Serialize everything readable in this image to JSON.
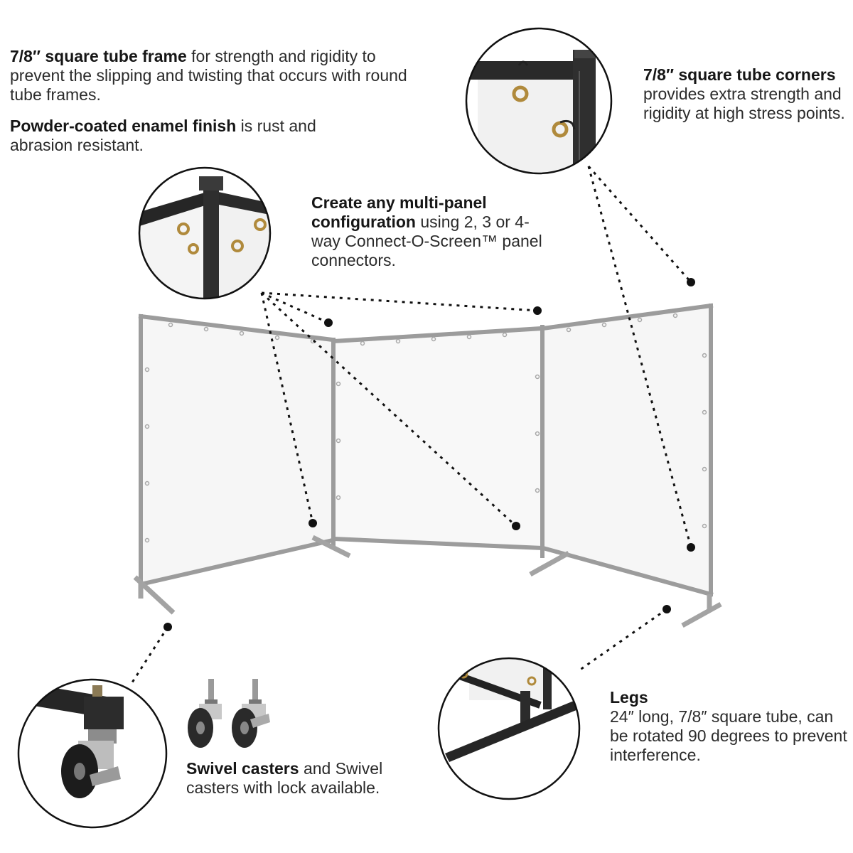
{
  "callouts": {
    "frame": {
      "bold": "7/8″ square tube frame",
      "text": " for strength and rigidity to prevent the slipping and twisting that occurs with round tube frames."
    },
    "finish": {
      "bold": "Powder-coated enamel finish",
      "text": " is rust and abrasion resistant."
    },
    "configuration": {
      "bold": "Create any multi-panel configuration",
      "text": " using 2, 3 or 4-way Connect-O-Screen™ panel connectors."
    },
    "corners": {
      "bold": "7/8″  square tube corners",
      "text": " provides extra strength and rigidity at high stress points."
    },
    "legs": {
      "bold": "Legs",
      "text": "24″ long, 7/8″ square tube, can be rotated 90 degrees to prevent interference."
    },
    "casters": {
      "bold": "Swivel casters",
      "text": " and Swivel casters with lock available."
    }
  },
  "colors": {
    "frame_gray": "#9a9a9a",
    "frame_dark": "#2b2b2b",
    "panel_fill": "#f6f6f6",
    "leader": "#111111",
    "grommet": "#b08a3c"
  }
}
